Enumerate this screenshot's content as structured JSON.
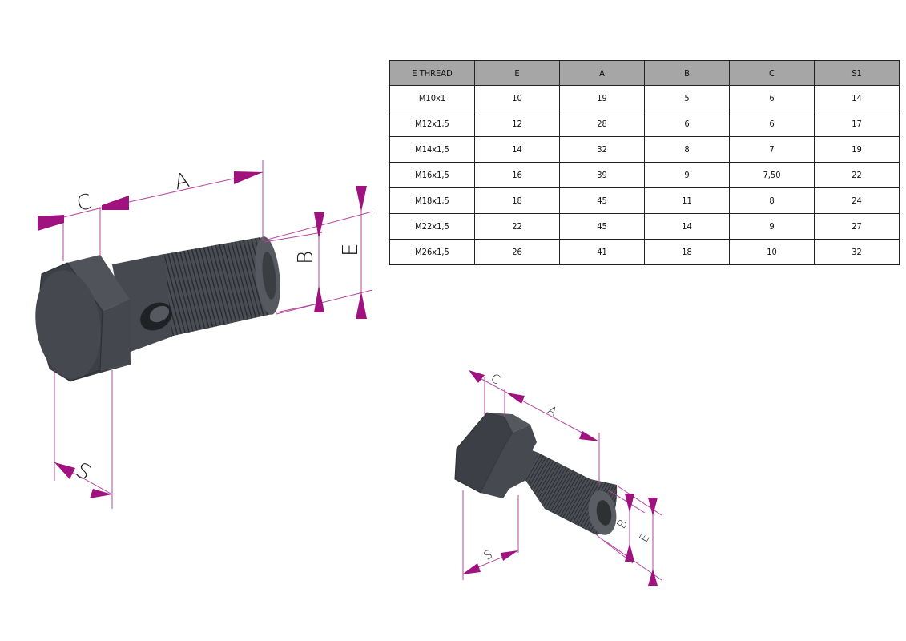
{
  "table": {
    "headers": [
      "E THREAD",
      "E",
      "A",
      "B",
      "C",
      "S1"
    ],
    "rows": [
      [
        "M10x1",
        "10",
        "19",
        "5",
        "6",
        "14"
      ],
      [
        "M12x1,5",
        "12",
        "28",
        "6",
        "6",
        "17"
      ],
      [
        "M14x1,5",
        "14",
        "32",
        "8",
        "7",
        "19"
      ],
      [
        "M16x1,5",
        "16",
        "39",
        "9",
        "7,50",
        "22"
      ],
      [
        "M18x1,5",
        "18",
        "45",
        "11",
        "8",
        "24"
      ],
      [
        "M22x1,5",
        "22",
        "45",
        "14",
        "9",
        "27"
      ],
      [
        "M26x1,5",
        "26",
        "41",
        "18",
        "10",
        "32"
      ]
    ]
  },
  "large_bolt_labels": {
    "a": "A",
    "b": "B",
    "c": "C",
    "e": "E",
    "s": "S"
  },
  "small_bolt_labels": {
    "a": "A",
    "b": "B",
    "c": "C",
    "e": "E",
    "s": "S"
  },
  "colors": {
    "dimension": "#b5479d",
    "arrow": "#a0127f",
    "bolt_body": "#3b3e44",
    "header_fill": "#a6a6a6"
  }
}
